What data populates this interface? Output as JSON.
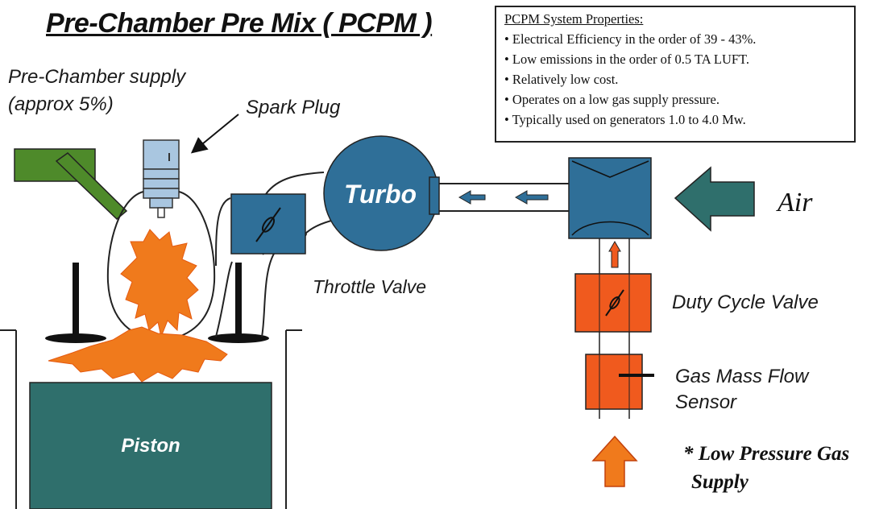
{
  "title": "Pre-Chamber Pre Mix ( PCPM )",
  "properties_box": {
    "heading": "PCPM System Properties:",
    "items": [
      "Electrical Efficiency in the order of 39 - 43%.",
      "Low emissions in the order of 0.5 TA LUFT.",
      "Relatively low cost.",
      "Operates on a low gas supply pressure.",
      "Typically used on generators 1.0 to 4.0 Mw."
    ]
  },
  "labels": {
    "prechamber_supply_line1": "Pre-Chamber supply",
    "prechamber_supply_line2": "(approx 5%)",
    "spark_plug": "Spark Plug",
    "turbo": "Turbo",
    "throttle_valve": "Throttle Valve",
    "air": "Air",
    "duty_cycle_valve": "Duty Cycle Valve",
    "gas_mass_flow_line1": "Gas Mass Flow",
    "gas_mass_flow_line2": "Sensor",
    "piston": "Piston",
    "low_pressure_gas_line1": "* Low Pressure Gas",
    "low_pressure_gas_line2": "Supply"
  },
  "colors": {
    "steel_blue": "#2f6f98",
    "teal": "#2f6f6c",
    "olive_green": "#4e8a2a",
    "orange": "#f05a1e",
    "flame_orange": "#f07a1c",
    "light_blue": "#a9c6e0"
  }
}
